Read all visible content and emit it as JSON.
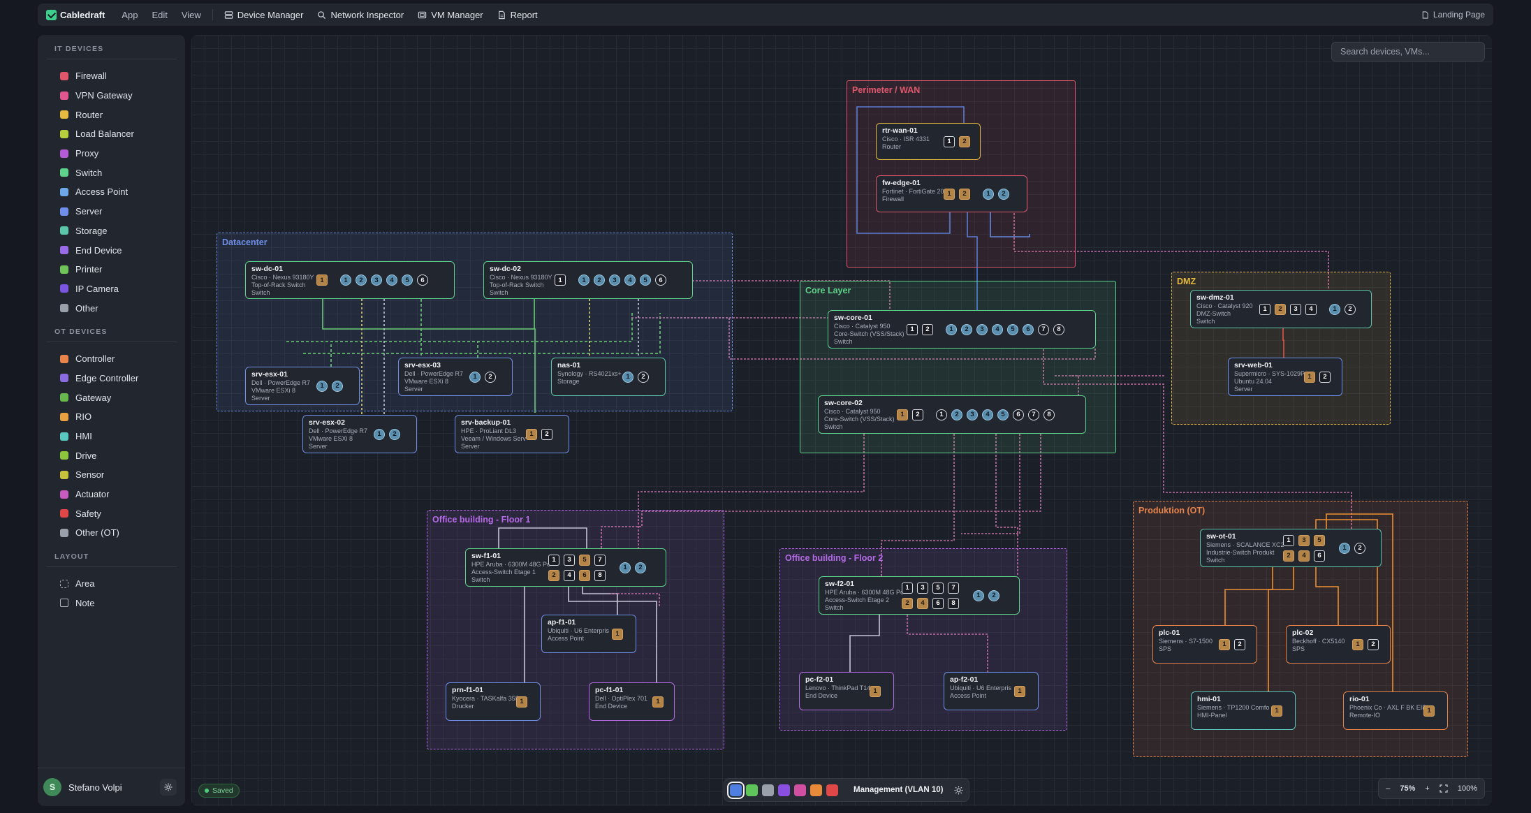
{
  "topbar": {
    "app_name": "Cabledraft",
    "menus": [
      "App",
      "Edit",
      "View"
    ],
    "tools": [
      {
        "label": "Device Manager",
        "icon": "server-stack-icon"
      },
      {
        "label": "Network Inspector",
        "icon": "search-icon"
      },
      {
        "label": "VM Manager",
        "icon": "vm-icon"
      },
      {
        "label": "Report",
        "icon": "document-icon"
      }
    ],
    "landing": "Landing Page"
  },
  "sidebar": {
    "it_title": "IT DEVICES",
    "it_devices": [
      {
        "label": "Firewall",
        "color": "#e0566b"
      },
      {
        "label": "VPN Gateway",
        "color": "#e0568f"
      },
      {
        "label": "Router",
        "color": "#e8b940"
      },
      {
        "label": "Load Balancer",
        "color": "#b6cf3c"
      },
      {
        "label": "Proxy",
        "color": "#b55bd6"
      },
      {
        "label": "Switch",
        "color": "#5fd38b"
      },
      {
        "label": "Access Point",
        "color": "#6fa8e8"
      },
      {
        "label": "Server",
        "color": "#6f8fe8"
      },
      {
        "label": "Storage",
        "color": "#5cc7a8"
      },
      {
        "label": "End Device",
        "color": "#9a6be8"
      },
      {
        "label": "Printer",
        "color": "#6fc45a"
      },
      {
        "label": "IP Camera",
        "color": "#7a55e0"
      },
      {
        "label": "Other",
        "color": "#9aa0aa"
      }
    ],
    "ot_title": "OT DEVICES",
    "ot_devices": [
      {
        "label": "Controller",
        "color": "#e8834a"
      },
      {
        "label": "Edge Controller",
        "color": "#8a6be0"
      },
      {
        "label": "Gateway",
        "color": "#67b84f"
      },
      {
        "label": "RIO",
        "color": "#e8a040"
      },
      {
        "label": "HMI",
        "color": "#5cc7c0"
      },
      {
        "label": "Drive",
        "color": "#8cc43c"
      },
      {
        "label": "Sensor",
        "color": "#c6c23c"
      },
      {
        "label": "Actuator",
        "color": "#c65bc0"
      },
      {
        "label": "Safety",
        "color": "#e04848"
      },
      {
        "label": "Other (OT)",
        "color": "#9aa0aa"
      }
    ],
    "layout_title": "LAYOUT",
    "layout_items": [
      "Area",
      "Note"
    ],
    "user": {
      "initial": "S",
      "name": "Stefano Volpi"
    }
  },
  "canvas": {
    "search_placeholder": "Search devices, VMs...",
    "saved": "Saved",
    "vlan": "Management (VLAN 10)",
    "vlan_colors": [
      "#4f7fe0",
      "#5fc45a",
      "#9aa0aa",
      "#8a4fe0",
      "#d04fa0",
      "#e88a3a",
      "#e04848"
    ],
    "zoom": "75%",
    "zoom_reset": "100%",
    "areas": [
      {
        "title": "Perimeter / WAN",
        "color": "#e0566b"
      },
      {
        "title": "Datacenter",
        "color": "#6f8fe8"
      },
      {
        "title": "Core Layer",
        "color": "#5fd38b"
      },
      {
        "title": "DMZ",
        "color": "#e8b940"
      },
      {
        "title": "Office building - Floor 1",
        "color": "#b56be8"
      },
      {
        "title": "Office building - Floor 2",
        "color": "#b56be8"
      },
      {
        "title": "Produktion (OT)",
        "color": "#e8834a"
      }
    ],
    "nodes": {
      "rtr_wan_01": {
        "name": "rtr-wan-01",
        "l1": "Cisco · ISR 4331",
        "l2": "Router",
        "l3": ""
      },
      "fw_edge_01": {
        "name": "fw-edge-01",
        "l1": "Fortinet · FortiGate 20",
        "l2": "Firewall",
        "l3": ""
      },
      "sw_dc_01": {
        "name": "sw-dc-01",
        "l1": "Cisco · Nexus 93180Y",
        "l2": "Top-of-Rack Switch",
        "l3": "Switch"
      },
      "sw_dc_02": {
        "name": "sw-dc-02",
        "l1": "Cisco · Nexus 93180Y",
        "l2": "Top-of-Rack Switch",
        "l3": "Switch"
      },
      "srv_esx_01": {
        "name": "srv-esx-01",
        "l1": "Dell · PowerEdge R7",
        "l2": "VMware ESXi 8",
        "l3": "Server"
      },
      "srv_esx_03": {
        "name": "srv-esx-03",
        "l1": "Dell · PowerEdge R7",
        "l2": "VMware ESXi 8",
        "l3": "Server"
      },
      "nas_01": {
        "name": "nas-01",
        "l1": "Synology · RS4021xs+",
        "l2": "Storage",
        "l3": ""
      },
      "srv_esx_02": {
        "name": "srv-esx-02",
        "l1": "Dell · PowerEdge R7",
        "l2": "VMware ESXi 8",
        "l3": "Server"
      },
      "srv_backup_01": {
        "name": "srv-backup-01",
        "l1": "HPE · ProLiant DL3",
        "l2": "Veeam / Windows Serv",
        "l3": "Server"
      },
      "sw_core_01": {
        "name": "sw-core-01",
        "l1": "Cisco · Catalyst 950",
        "l2": "Core-Switch (VSS/Stack)",
        "l3": "Switch"
      },
      "sw_core_02": {
        "name": "sw-core-02",
        "l1": "Cisco · Catalyst 950",
        "l2": "Core-Switch (VSS/Stack)",
        "l3": "Switch"
      },
      "sw_dmz_01": {
        "name": "sw-dmz-01",
        "l1": "Cisco · Catalyst 920",
        "l2": "DMZ-Switch",
        "l3": "Switch"
      },
      "srv_web_01": {
        "name": "srv-web-01",
        "l1": "Supermicro · SYS-1029P",
        "l2": "Ubuntu 24.04",
        "l3": "Server"
      },
      "sw_f1_01": {
        "name": "sw-f1-01",
        "l1": "HPE Aruba · 6300M 48G Po",
        "l2": "Access-Switch Etage 1",
        "l3": "Switch"
      },
      "ap_f1_01": {
        "name": "ap-f1-01",
        "l1": "Ubiquiti · U6 Enterpris",
        "l2": "Access Point",
        "l3": ""
      },
      "prn_f1_01": {
        "name": "prn-f1-01",
        "l1": "Kyocera · TASKalfa 355",
        "l2": "Drucker",
        "l3": ""
      },
      "pc_f1_01": {
        "name": "pc-f1-01",
        "l1": "Dell · OptiPlex 701",
        "l2": "End Device",
        "l3": ""
      },
      "sw_f2_01": {
        "name": "sw-f2-01",
        "l1": "HPE Aruba · 6300M 48G Po",
        "l2": "Access-Switch Etage 2",
        "l3": "Switch"
      },
      "pc_f2_01": {
        "name": "pc-f2-01",
        "l1": "Lenovo · ThinkPad T14",
        "l2": "End Device",
        "l3": ""
      },
      "ap_f2_01": {
        "name": "ap-f2-01",
        "l1": "Ubiquiti · U6 Enterpris",
        "l2": "Access Point",
        "l3": ""
      },
      "sw_ot_01": {
        "name": "sw-ot-01",
        "l1": "Siemens · SCALANCE XC2",
        "l2": "Industrie-Switch Produkt",
        "l3": "Switch"
      },
      "plc_01": {
        "name": "plc-01",
        "l1": "Siemens · S7-1500",
        "l2": "SPS",
        "l3": ""
      },
      "plc_02": {
        "name": "plc-02",
        "l1": "Beckhoff · CX5140",
        "l2": "SPS",
        "l3": ""
      },
      "hmi_01": {
        "name": "hmi-01",
        "l1": "Siemens · TP1200 Comfo",
        "l2": "HMI-Panel",
        "l3": ""
      },
      "rio_01": {
        "name": "rio-01",
        "l1": "Phoenix Co · AXL F BK EIP",
        "l2": "Remote-IO",
        "l3": ""
      }
    }
  }
}
